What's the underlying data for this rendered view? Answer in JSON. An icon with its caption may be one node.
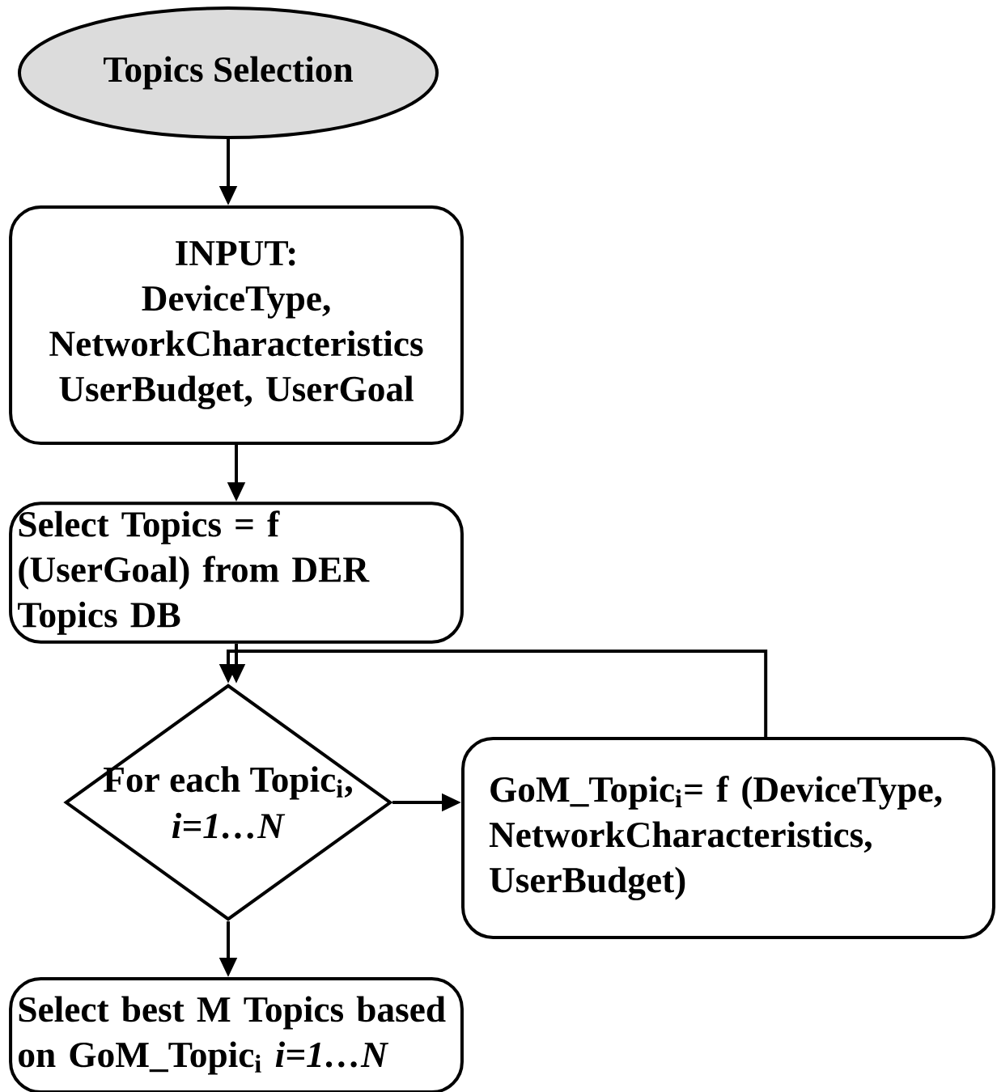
{
  "diagram": {
    "nodes": [
      {
        "text": [
          "Topics Selection"
        ]
      },
      {
        "text": [
          "INPUT:",
          "DeviceType, NetworkCharacteristics UserBudget, UserGoal"
        ]
      },
      {
        "text": [
          "Select Topics = f (UserGoal) from DER Topics DB"
        ]
      },
      {
        "text": [
          "For each Topic$_{i}$, *i=1…N*"
        ]
      },
      {
        "text": [
          "GoM_Topic$_{i}$= f (DeviceType, NetworkCharacteristics, UserBudget)"
        ]
      },
      {
        "text": [
          "Select best M Topics based on GoM_Topic$_{i}$ *i=1…N*"
        ]
      }
    ],
    "edges": [
      {
        "from": 0,
        "to": 1,
        "arrow": "to"
      },
      {
        "from": 1,
        "to": 2,
        "arrow": "to"
      },
      {
        "from": 2,
        "to": 3,
        "arrow": "to"
      },
      {
        "from": 3,
        "to": 4,
        "arrow": "to"
      },
      {
        "from": 4,
        "to": 3,
        "arrow": "to"
      },
      {
        "from": 3,
        "to": 5,
        "arrow": "to"
      }
    ]
  }
}
